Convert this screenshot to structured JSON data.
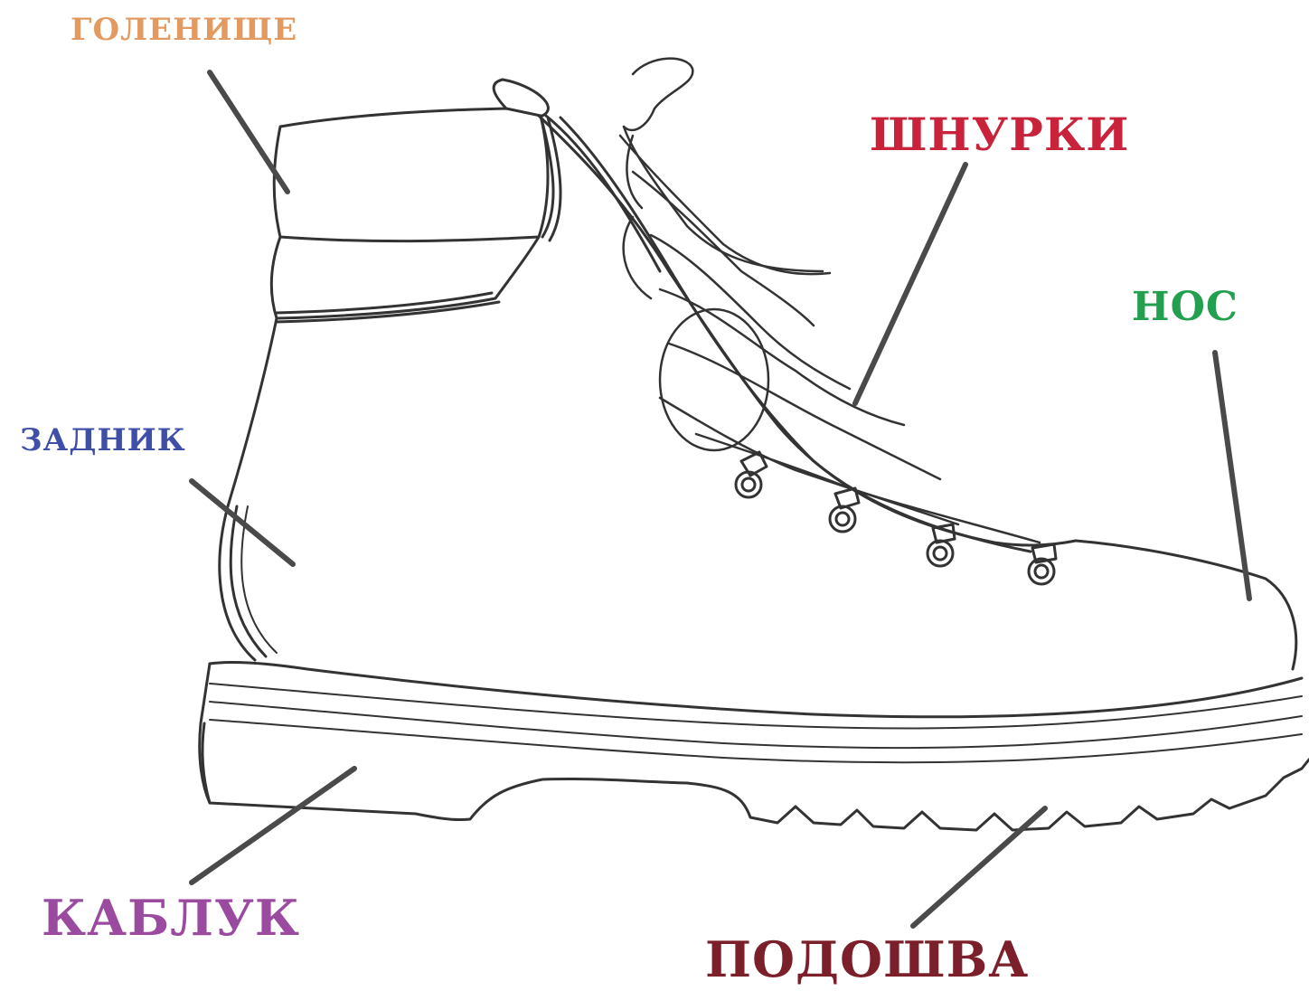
{
  "labels": {
    "shaft": {
      "text": "ГОЛЕНИЩЕ",
      "color": "#e39a61"
    },
    "laces": {
      "text": "ШНУРКИ",
      "color": "#c8233a"
    },
    "toe": {
      "text": "НОС",
      "color": "#23a04f"
    },
    "counter": {
      "text": "ЗАДНИК",
      "color": "#3f4fa8"
    },
    "heel": {
      "text": "КАБЛУК",
      "color": "#9b4b9f"
    },
    "sole": {
      "text": "ПОДОШВА",
      "color": "#7b1f2a"
    }
  },
  "colors": {
    "outline": "#333333",
    "leader": "#4a4a4a"
  }
}
